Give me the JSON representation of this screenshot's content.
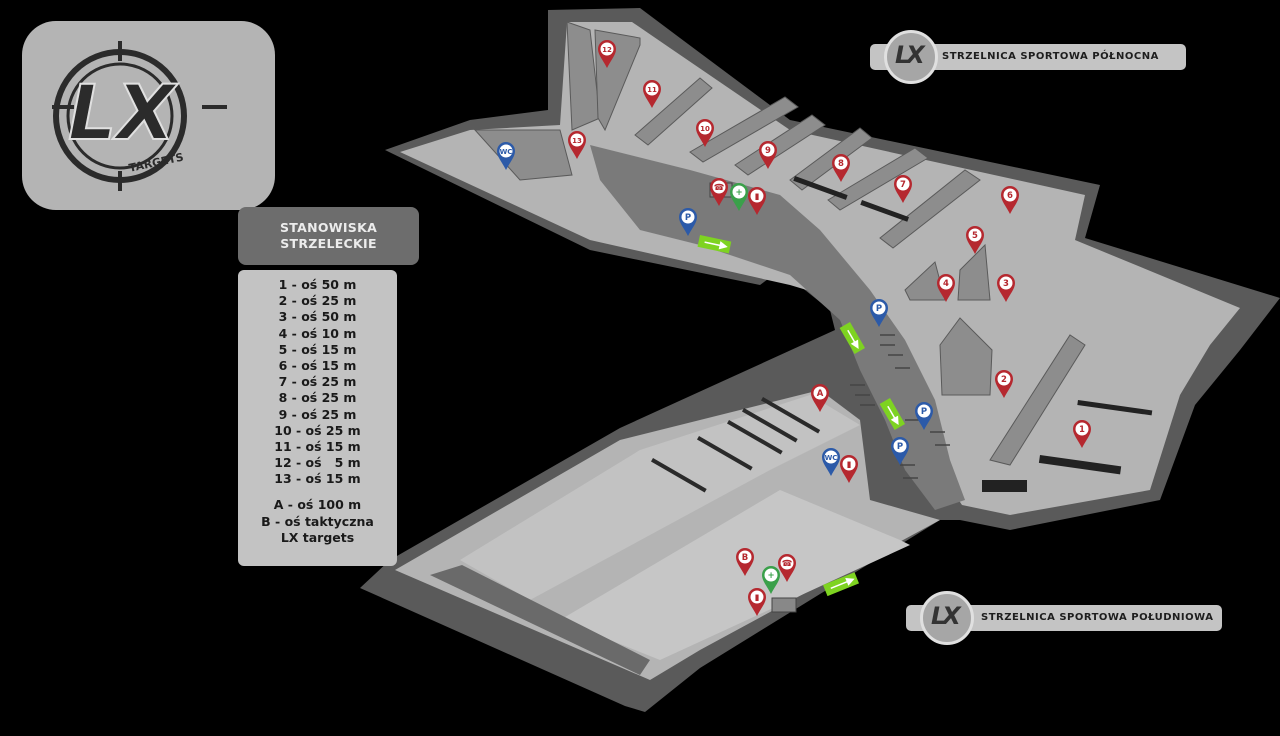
{
  "logo": {
    "letters": "LX",
    "word": "TARGETS"
  },
  "legend": {
    "title_line1": "STANOWISKA",
    "title_line2": "STRZELECKIE",
    "items": [
      "1 - oś 50 m",
      "2 - oś 25 m",
      "3 - oś 50 m",
      "4 - oś 10 m",
      "5 - oś 15 m",
      "6 - oś 15 m",
      "7 - oś 25 m",
      "8 - oś 25 m",
      "9 - oś 25 m",
      "10 - oś 25 m",
      "11 - oś 15 m",
      "12 - oś   5 m",
      "13 - oś 15 m"
    ],
    "extra": [
      "A - oś 100 m",
      "B - oś taktyczna",
      "LX targets"
    ]
  },
  "labels": {
    "north": "STRZELNICA SPORTOWA PÓŁNOCNA",
    "south": "STRZELNICA SPORTOWA POŁUDNIOWA",
    "badge": "LX"
  },
  "markers": {
    "stations": [
      "12",
      "11",
      "10",
      "9",
      "13",
      "8",
      "7",
      "6",
      "5",
      "4",
      "3",
      "2",
      "1",
      "A",
      "B"
    ],
    "parking_text": "P",
    "wc_text": "WC"
  },
  "colors": {
    "station_pin": "#b5282f",
    "parking_pin": "#2c5aa8",
    "wc_pin": "#2c5aa8",
    "first_aid_pin": "#3aa04a",
    "arrow": "#7ed321"
  }
}
